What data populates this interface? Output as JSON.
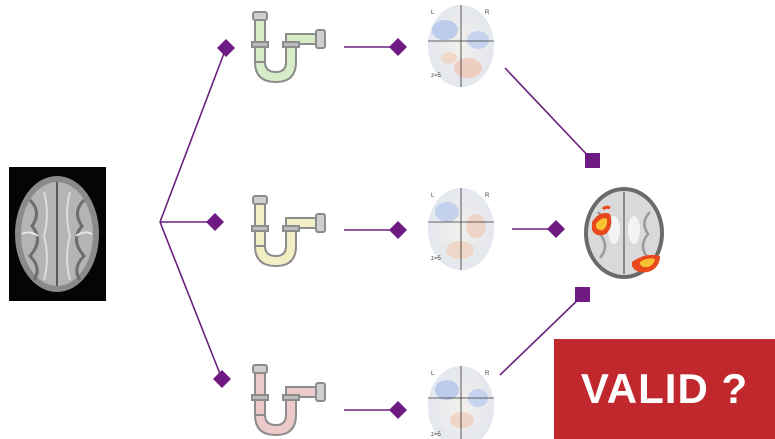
{
  "valid_label": "VALID ?",
  "map_labels": {
    "left": "L",
    "right": "R",
    "slice": "z=5"
  },
  "colors": {
    "connector": "#6b1f7e",
    "marker": "#6e1a82",
    "valid_bg": "#c0282d",
    "pipe_green": "#d6ecc6",
    "pipe_yellow": "#f2efc4",
    "pipe_red": "#eccaca",
    "activation": "#e8481c"
  },
  "icons": [
    "brain-scan-icon",
    "pipeline-icon",
    "stat-map-icon",
    "group-result-brain-icon"
  ]
}
